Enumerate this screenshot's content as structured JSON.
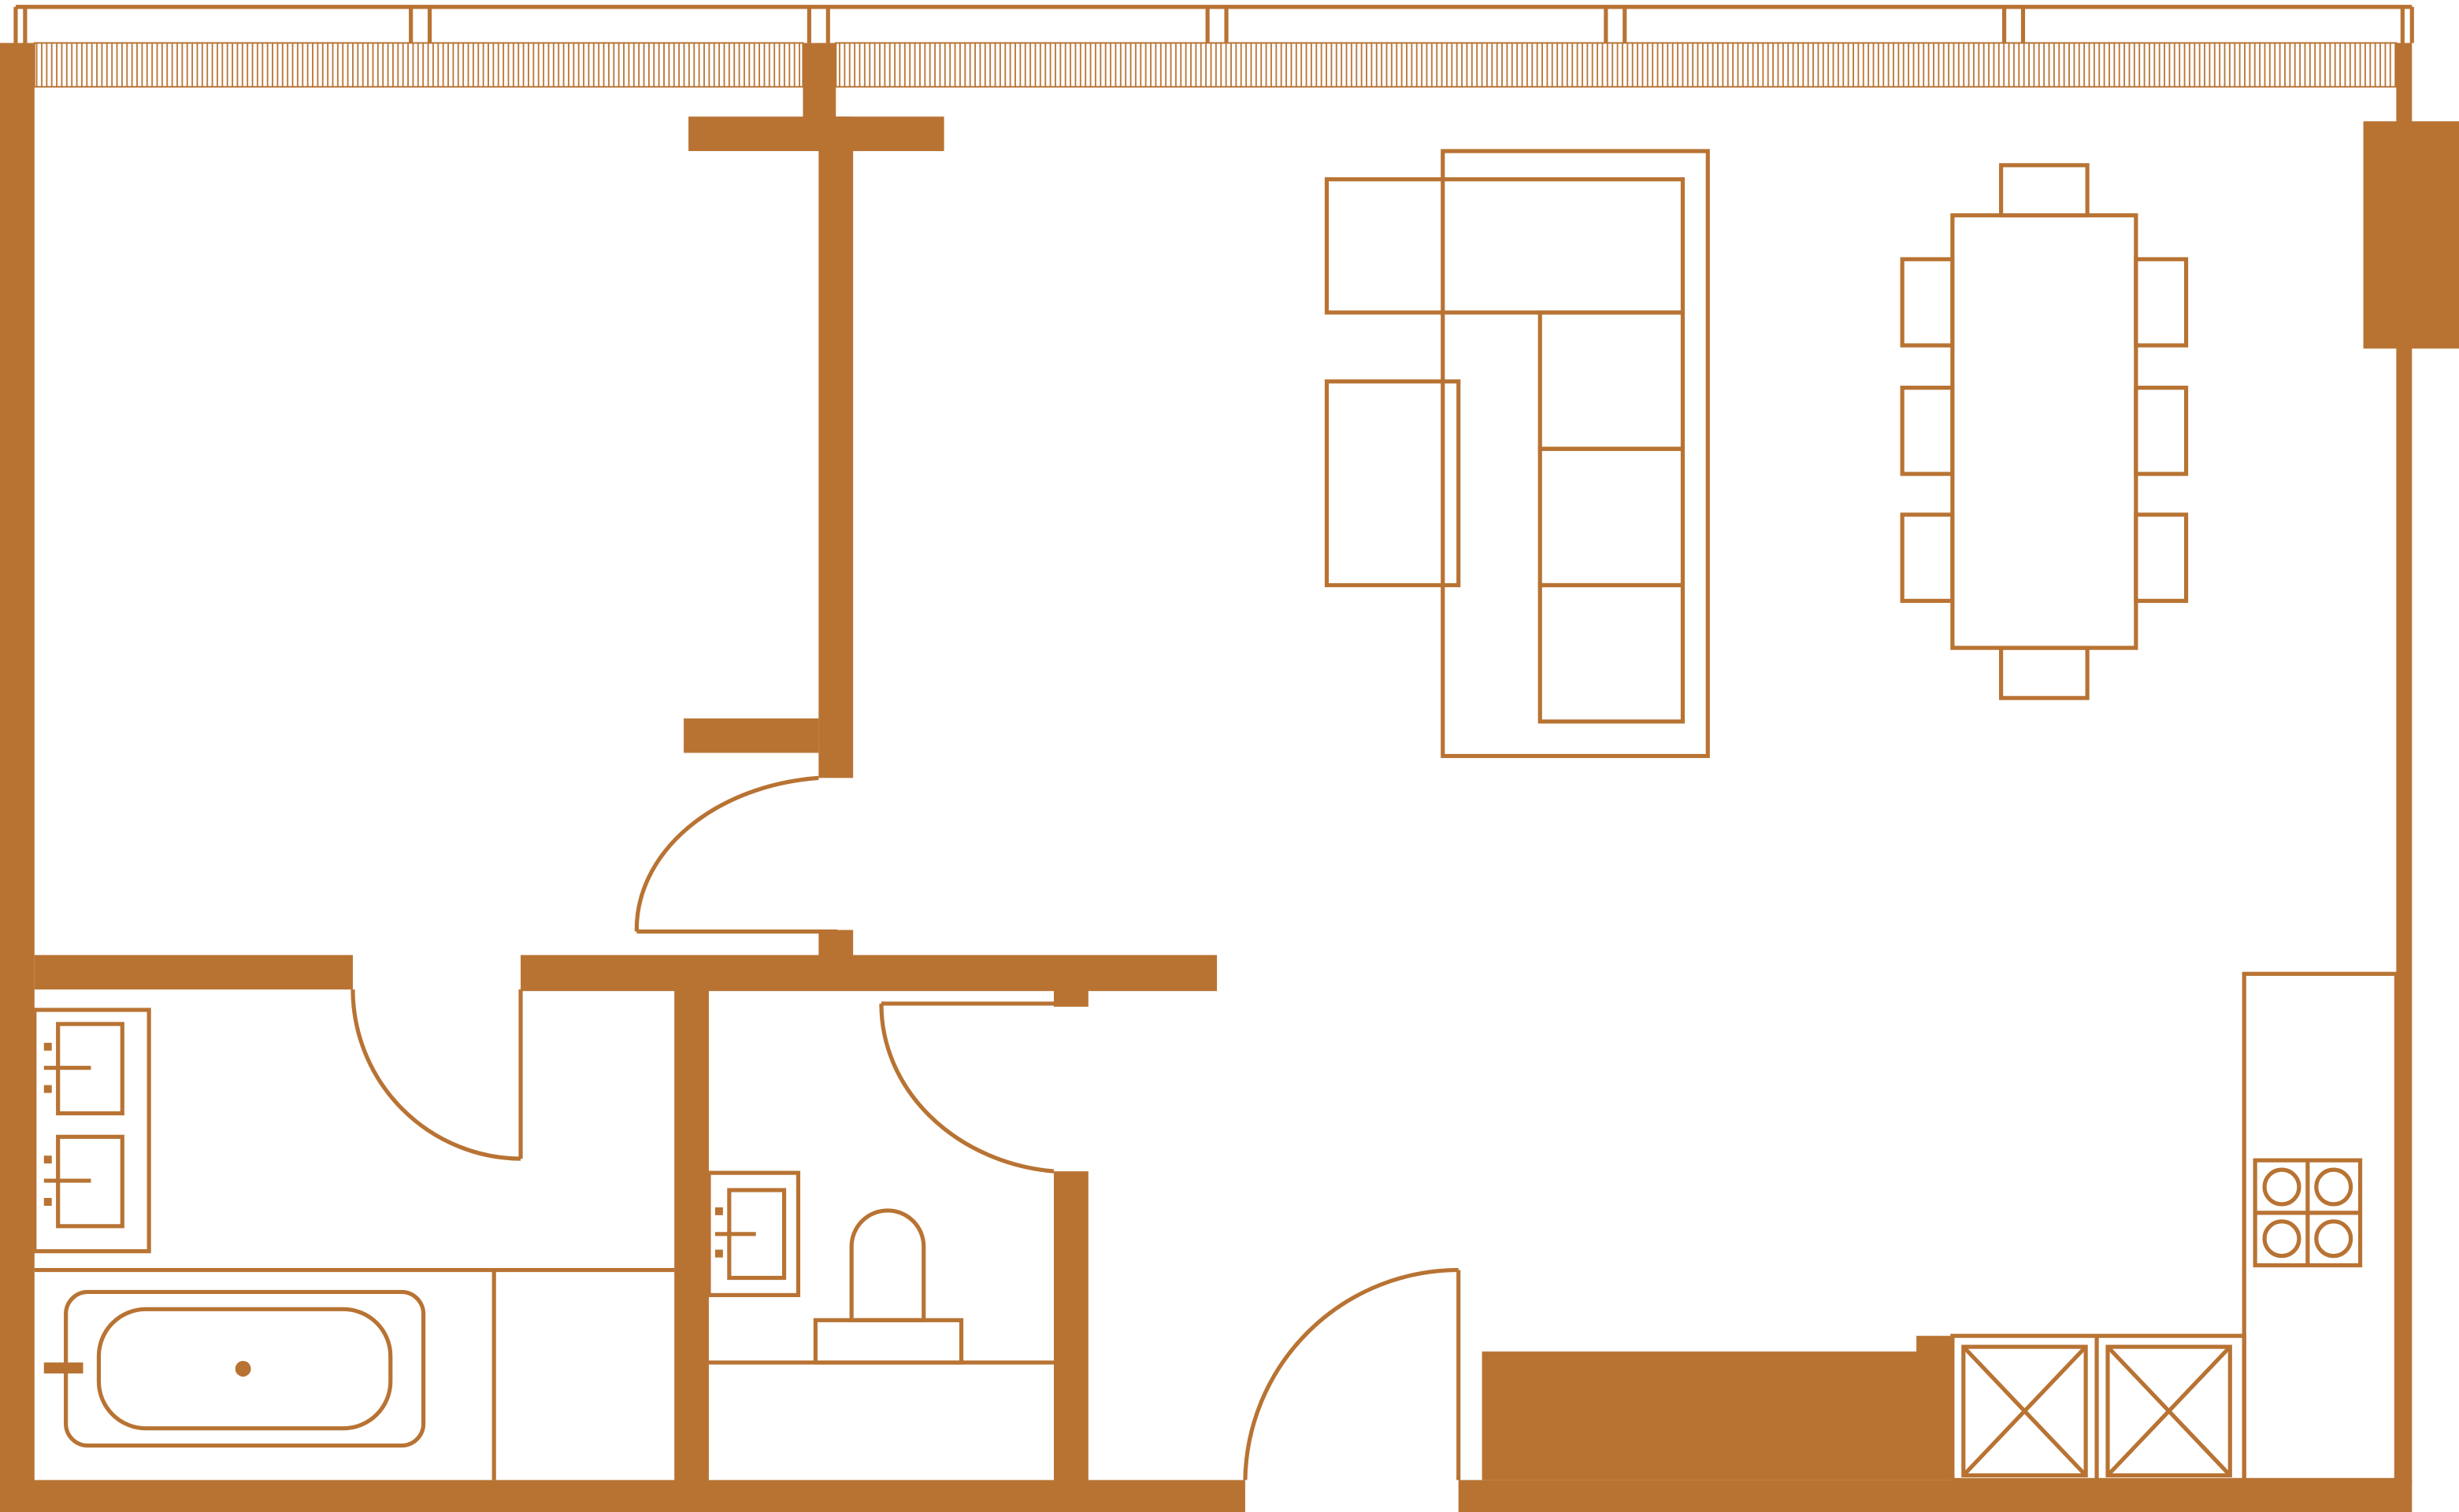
{
  "plan": {
    "accent_color": "#b87333",
    "background_color": "#ffffff",
    "rooms": [
      "bedroom",
      "living-dining",
      "kitchen",
      "bathroom",
      "toilet",
      "entrance-hall"
    ],
    "furniture": [
      "sofa",
      "coffee-table",
      "dining-table",
      "dining-chair",
      "double-vanity",
      "bathtub",
      "toilet-bowl",
      "washbasin",
      "cooktop",
      "kitchen-cabinet",
      "wardrobe"
    ]
  }
}
